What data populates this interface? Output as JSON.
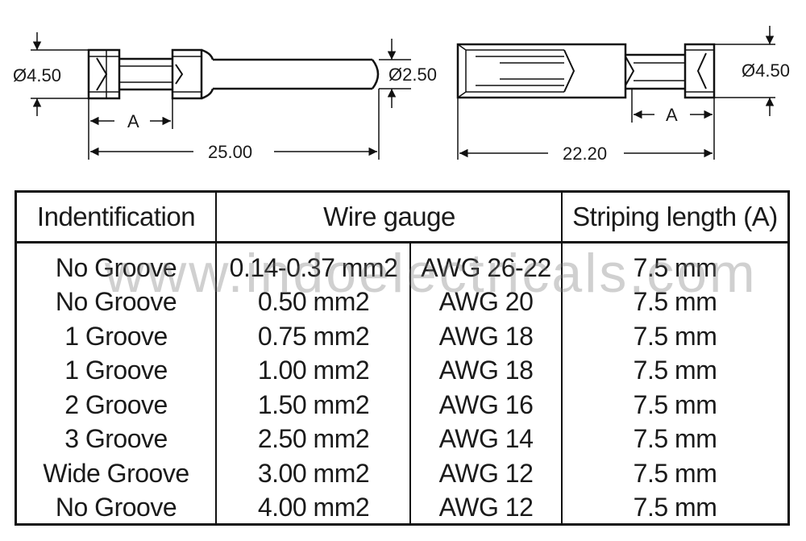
{
  "drawing": {
    "left_pin": {
      "diameter_label": "Ø4.50",
      "tip_diameter_label": "Ø2.50",
      "length_label": "25.00",
      "strip_label": "A"
    },
    "right_socket": {
      "diameter_label": "Ø4.50",
      "length_label": "22.20",
      "strip_label": "A"
    }
  },
  "table": {
    "headers": {
      "identification": "Indentification",
      "wire_gauge": "Wire gauge",
      "striping_length": "Striping length (A)"
    },
    "rows": [
      {
        "id": "No Groove",
        "mm2": "0.14-0.37 mm2",
        "awg": "AWG 26-22",
        "strip": "7.5 mm"
      },
      {
        "id": "No Groove",
        "mm2": "0.50 mm2",
        "awg": "AWG 20",
        "strip": "7.5 mm"
      },
      {
        "id": "1 Groove",
        "mm2": "0.75 mm2",
        "awg": "AWG 18",
        "strip": "7.5 mm"
      },
      {
        "id": "1 Groove",
        "mm2": "1.00 mm2",
        "awg": "AWG 18",
        "strip": "7.5 mm"
      },
      {
        "id": "2 Groove",
        "mm2": "1.50 mm2",
        "awg": "AWG 16",
        "strip": "7.5 mm"
      },
      {
        "id": "3 Groove",
        "mm2": "2.50 mm2",
        "awg": "AWG 14",
        "strip": "7.5 mm"
      },
      {
        "id": "Wide Groove",
        "mm2": "3.00 mm2",
        "awg": "AWG 12",
        "strip": "7.5 mm"
      },
      {
        "id": "No Groove",
        "mm2": "4.00 mm2",
        "awg": "AWG 12",
        "strip": "7.5 mm"
      }
    ]
  },
  "watermark": "www.indoelectricals.com"
}
